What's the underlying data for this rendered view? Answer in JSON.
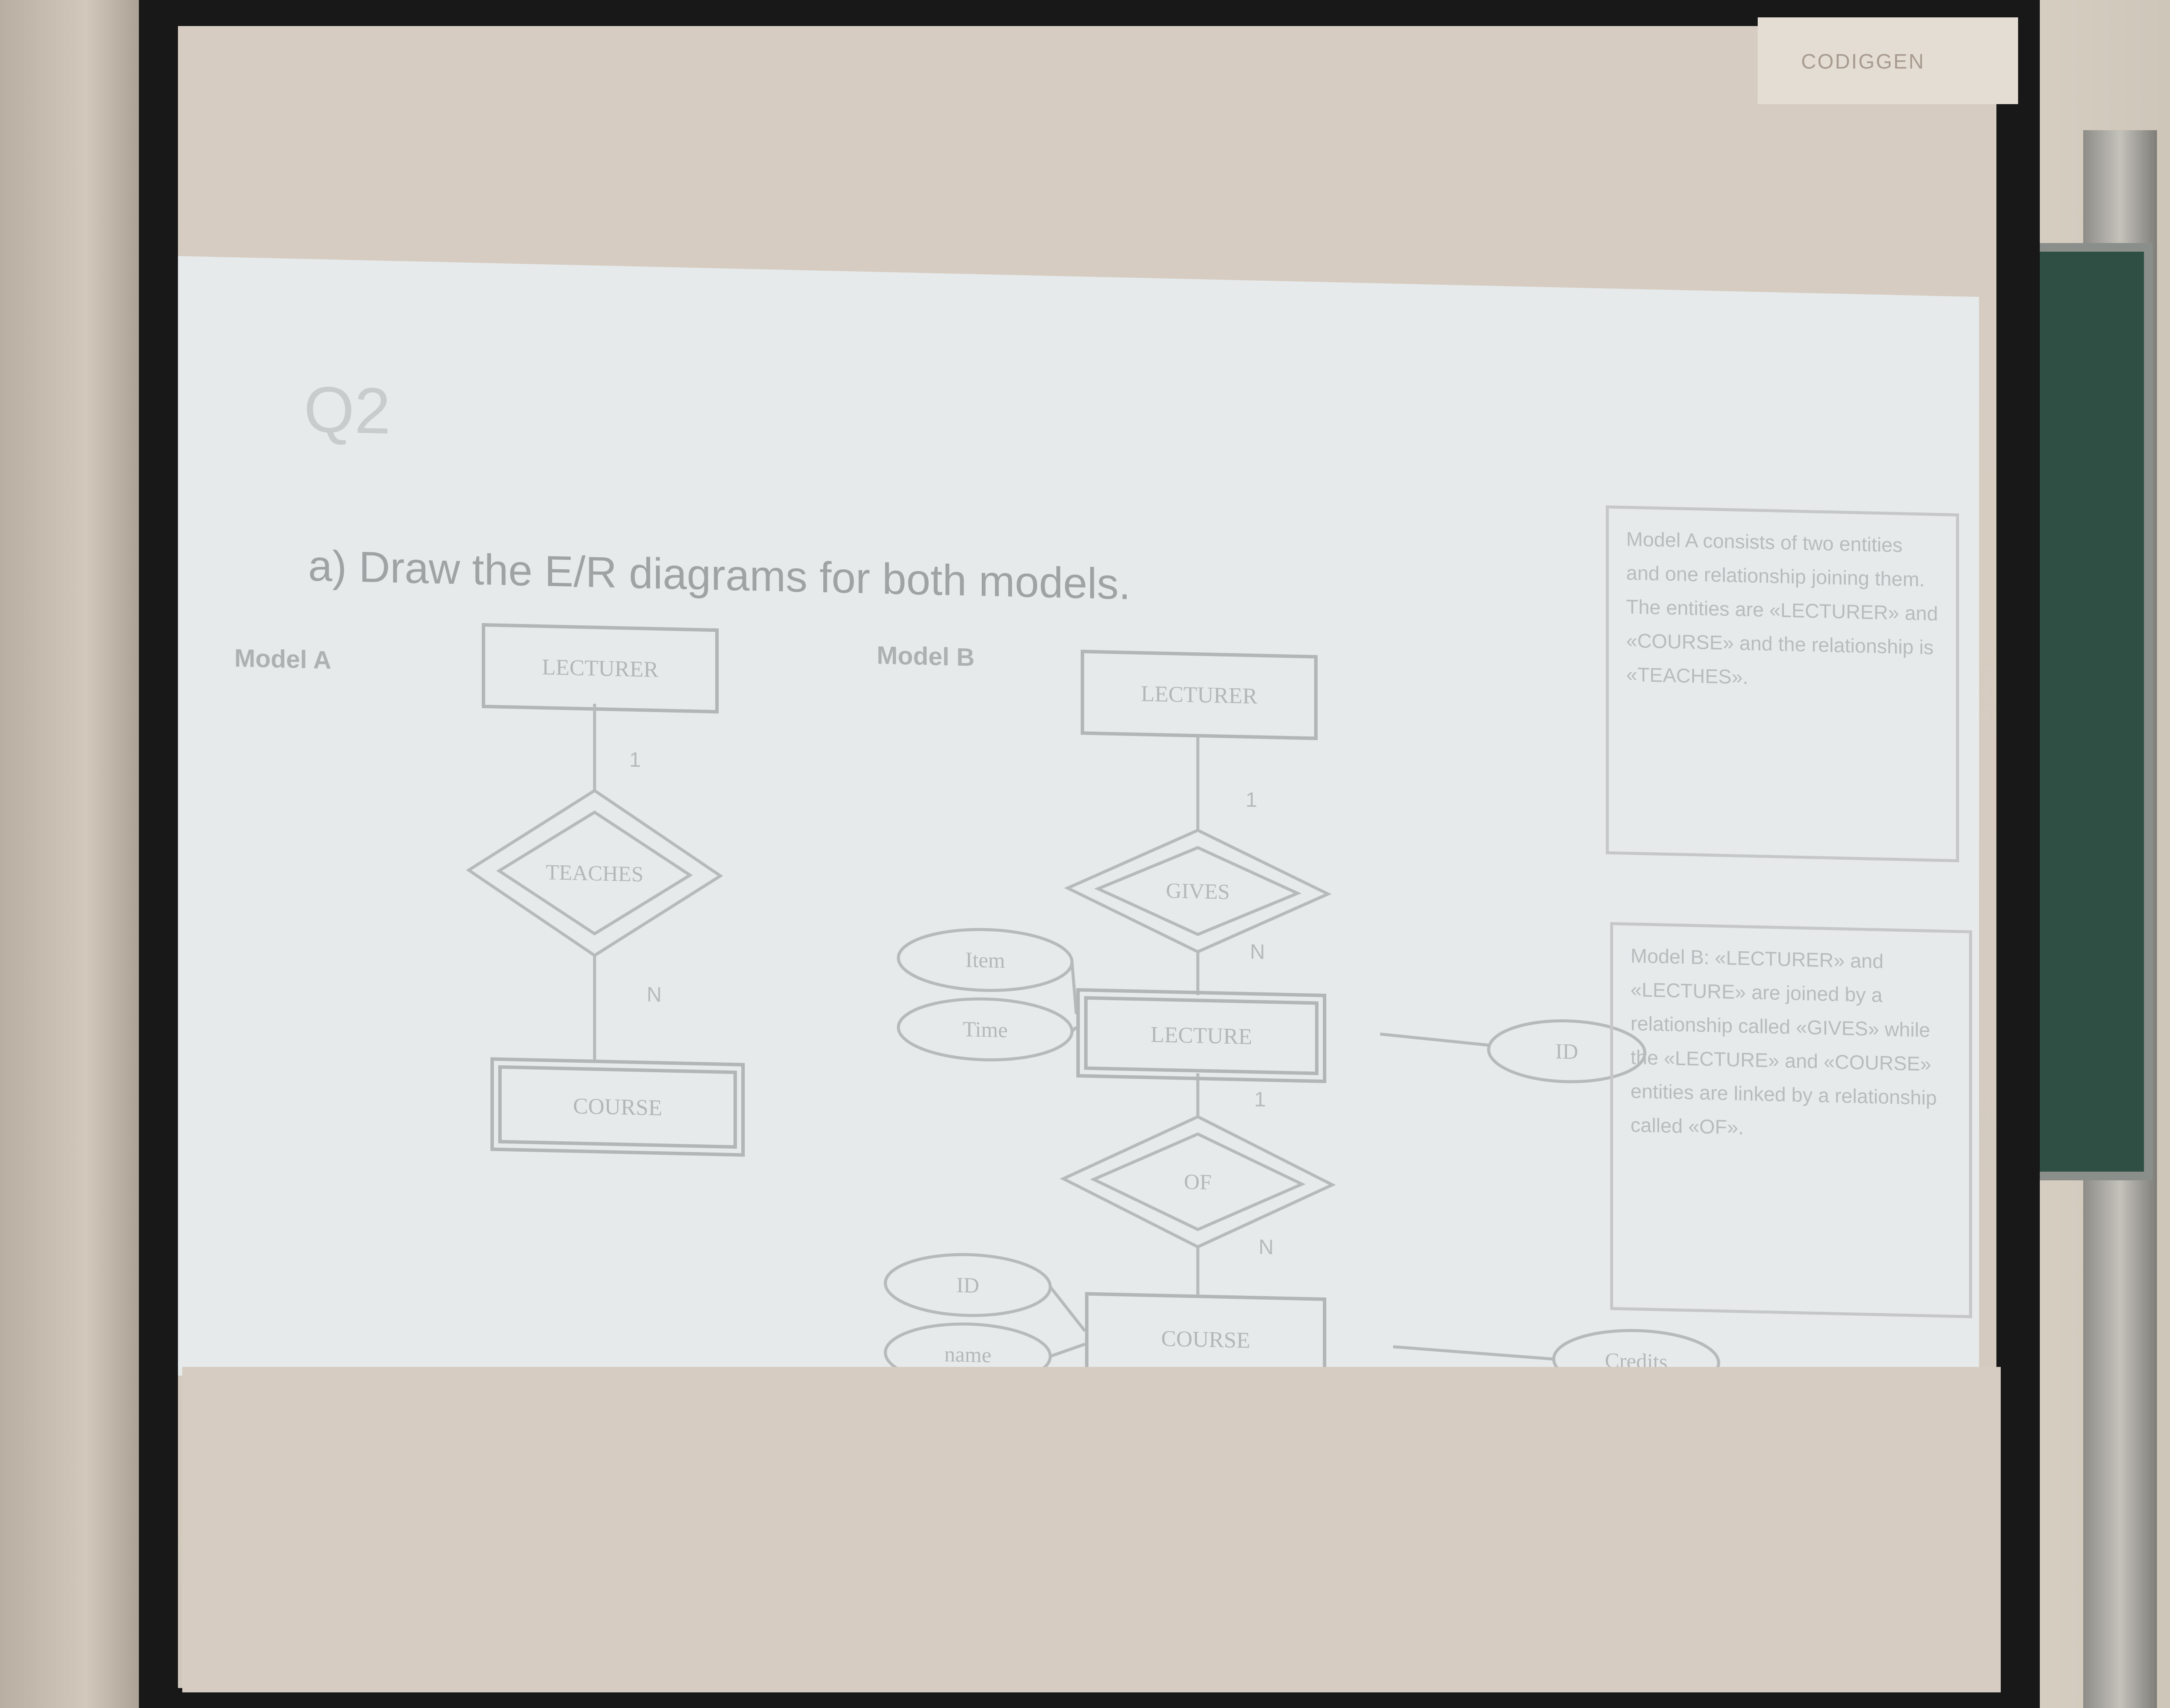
{
  "screen": {
    "brand": "CODIGGEN"
  },
  "slide": {
    "question": "Q2",
    "prompt": "a) Draw the E/R diagrams for both models.",
    "model_a": {
      "label": "Model A",
      "entity_top": "LECTURER",
      "relationship": "TEACHES",
      "entity_bottom": "COURSE",
      "card_top": "1",
      "card_bottom": "N"
    },
    "model_b": {
      "label": "Model B",
      "entity_lecturer": "LECTURER",
      "rel_gives": "GIVES",
      "entity_lecture": "LECTURE",
      "rel_of": "OF",
      "entity_course": "COURSE",
      "card_gives_top": "1",
      "card_gives_bottom": "N",
      "card_of_top": "1",
      "card_of_bottom": "N",
      "lecture_attrs": [
        "Item",
        "Time"
      ],
      "lecture_attr_right": "ID",
      "course_attrs": [
        "ID",
        "name"
      ],
      "course_attr_right": "Credits"
    },
    "notes": [
      "Model A consists of two entities and one relationship joining them. The entities are «LECTURER» and «COURSE» and the relationship is «TEACHES».",
      "Model B: «LECTURER» and «LECTURE» are joined by a relationship called «GIVES» while the «LECTURE» and «COURSE» entities are linked by a relationship called «OF»."
    ]
  }
}
